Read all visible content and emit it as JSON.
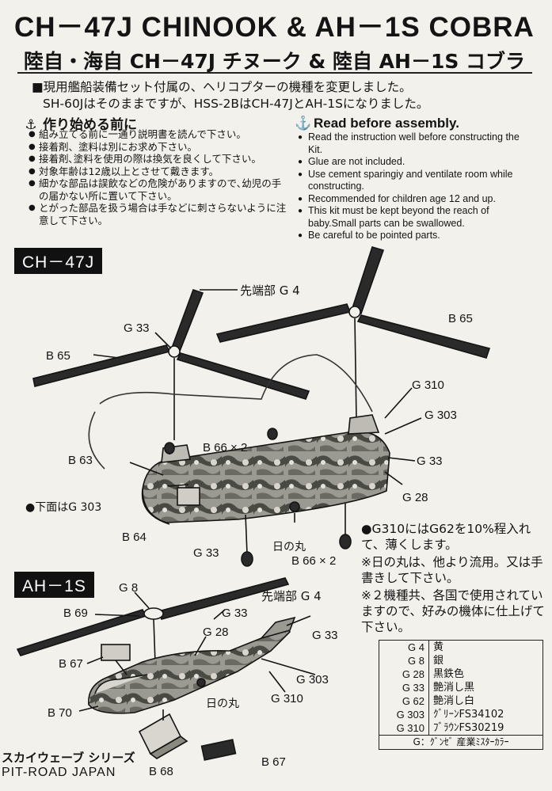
{
  "title_en": "CH－47J CHINOOK & AH－1S COBRA",
  "title_jp": "陸自・海自 CH－47J チヌーク & 陸自 AH－1S コブラ",
  "intro": {
    "line1": "■現用艦船装備セット付属の、ヘリコプターの機種を変更しました。",
    "line2": "SH-60Jはそのままですが、HSS-2BはCH-47JとAH-1Sになりました。"
  },
  "before_jp": {
    "heading": "作り始める前に",
    "items": [
      "組み立てる前に一通り説明書を読んで下さい。",
      "接着剤、塗料は別にお求め下さい。",
      "接着剤､塗料を使用の際は換気を良くして下さい。",
      "対象年齢は12歳以上とさせて戴きます。",
      "細かな部品は誤飲などの危険がありますので､幼児の手の届かない所に置いて下さい。",
      "とがった部品を扱う場合は手などに刺さらないように注意して下さい。"
    ]
  },
  "before_en": {
    "heading": "Read before assembly.",
    "items": [
      "Read the instruction well before constructing the Kit.",
      "Glue are not included.",
      "Use cement sparingiy and ventilate room while constructing.",
      "Recommended for children age 12 and up.",
      "This kit must be kept beyond the reach of baby.Small parts can be swallowed.",
      "Be careful to be pointed parts."
    ]
  },
  "ch47": {
    "badge": "CH－47J",
    "labels": {
      "tip": "先端部  G 4",
      "g33_top": "G 33",
      "b65_left": "B 65",
      "b65_right": "B 65",
      "g310": "G 310",
      "g303": "G 303",
      "b66_top": "B 66 × 2",
      "b63": "B 63",
      "g33_right": "G 33",
      "g28": "G 28",
      "underside": "●下面はG 303",
      "b64": "B 64",
      "g33_bottom": "G 33",
      "hinomaru": "日の丸",
      "b66_bottom": "B 66 × 2"
    }
  },
  "notes_right": [
    "●G310にはG62を10%程入れて、薄くします。",
    "※日の丸は、他より流用。又は手書きして下さい。",
    "※２機種共、各国で使用されていますので、好みの機体に仕上げて下さい。"
  ],
  "ah1s": {
    "badge": "AH－1S",
    "labels": {
      "g8": "G 8",
      "tip": "先端部  G 4",
      "b69": "B 69",
      "g33_a": "G 33",
      "g33_b": "G 33",
      "g28": "G 28",
      "b67_left": "B 67",
      "g303": "G 303",
      "hinomaru": "日の丸",
      "g310": "G 310",
      "b70": "B 70",
      "b68": "B 68",
      "b67_bottom": "B 67"
    }
  },
  "color_table": {
    "rows": [
      {
        "code": "G 4",
        "name": "黄"
      },
      {
        "code": "G 8",
        "name": "銀"
      },
      {
        "code": "G 28",
        "name": "黒鉄色"
      },
      {
        "code": "G 33",
        "name": "艶消し黒"
      },
      {
        "code": "G 62",
        "name": "艶消し白"
      },
      {
        "code": "G 303",
        "name": "ｸﾞﾘｰﾝFS34102"
      },
      {
        "code": "G 310",
        "name": "ﾌﾞﾗｳﾝFS30219"
      }
    ],
    "footer": "G：ｸﾞﾝｾﾞ 産業ﾐｽﾀｰｶﾗｰ"
  },
  "footer": {
    "series": "スカイウェーブ シリーズ",
    "maker": "PIT-ROAD JAPAN"
  },
  "colors": {
    "camo_green": "#8a8a80",
    "camo_brown": "#4a4a44",
    "ink": "#141414"
  }
}
